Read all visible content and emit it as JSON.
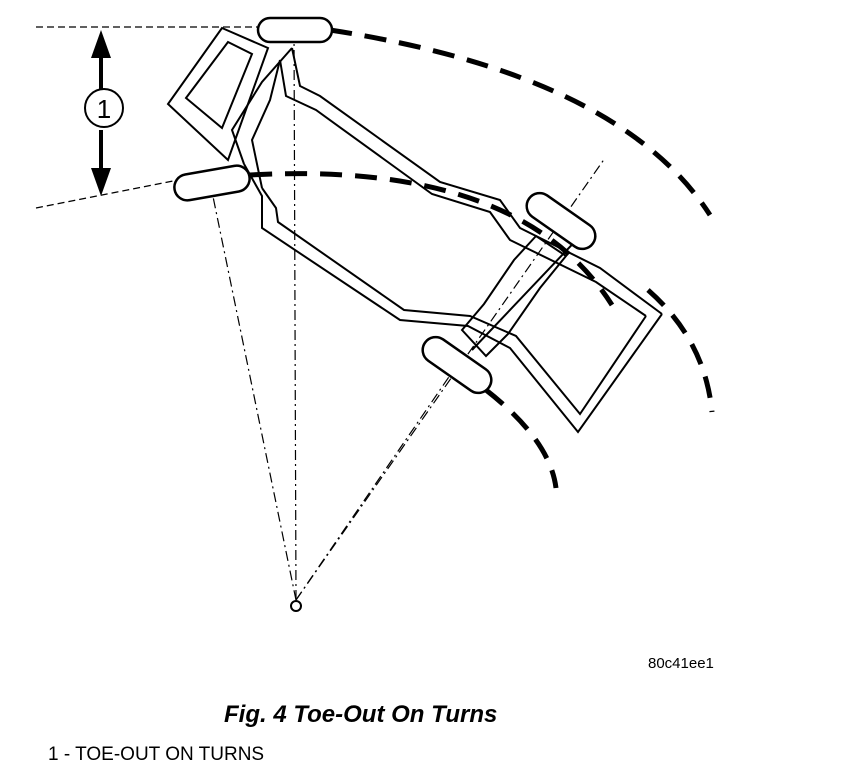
{
  "callout": {
    "number": "1"
  },
  "figure": {
    "code": "80c41ee1",
    "title": "Fig. 4 Toe-Out On Turns"
  },
  "legend": {
    "items": [
      {
        "number": "1",
        "separator": "-",
        "text": "TOE-OUT ON TURNS"
      }
    ]
  },
  "colors": {
    "ink": "#000000",
    "background": "#ffffff"
  }
}
